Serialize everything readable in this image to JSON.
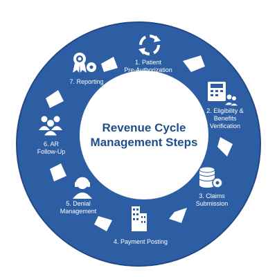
{
  "colors": {
    "ring": "#2d5ea3",
    "ring_edge": "#1f4a86",
    "center_fill": "#ffffff",
    "center_text": "#1f4f8b",
    "label_text": "#ffffff",
    "arrow": "#ffffff"
  },
  "center": {
    "line1": "Revenue Cycle",
    "line2": "Management Steps"
  },
  "steps": [
    {
      "icon": "refresh-cycle-icon",
      "lines": [
        "1. Patient",
        "Pre-Authorization"
      ]
    },
    {
      "icon": "phone-and-users-icon",
      "lines": [
        "2. Eligibility &",
        "Benefits",
        "Verification"
      ]
    },
    {
      "icon": "database-gear-icon",
      "lines": [
        "3. Claims",
        "Submission"
      ]
    },
    {
      "icon": "office-building-icon",
      "lines": [
        "4. Payment Posting"
      ]
    },
    {
      "icon": "headset-agent-icon",
      "lines": [
        "5. Denial",
        "Management"
      ]
    },
    {
      "icon": "group-users-icon",
      "lines": [
        "6. AR",
        "Follow-Up"
      ]
    },
    {
      "icon": "award-ribbon-gear-icon",
      "lines": [
        "7. Reporting"
      ]
    }
  ]
}
